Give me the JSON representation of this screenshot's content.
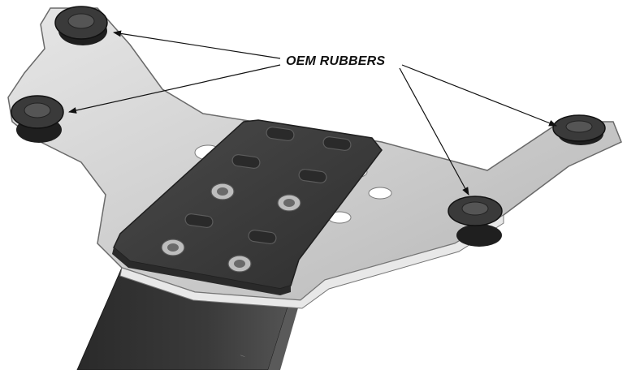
{
  "diagram": {
    "callout": {
      "label": "OEM RUBBERS",
      "target_count": 4
    },
    "parts": [
      {
        "name": "mounting-bracket",
        "color": "#c9c9c9"
      },
      {
        "name": "top-plate",
        "color": "#3e3e3e"
      },
      {
        "name": "lower-arm",
        "color": "#333333"
      },
      {
        "name": "rubber-grommet",
        "color": "#2f2f2f"
      },
      {
        "name": "bolt-insert",
        "color": "#bdbdbd"
      }
    ]
  }
}
